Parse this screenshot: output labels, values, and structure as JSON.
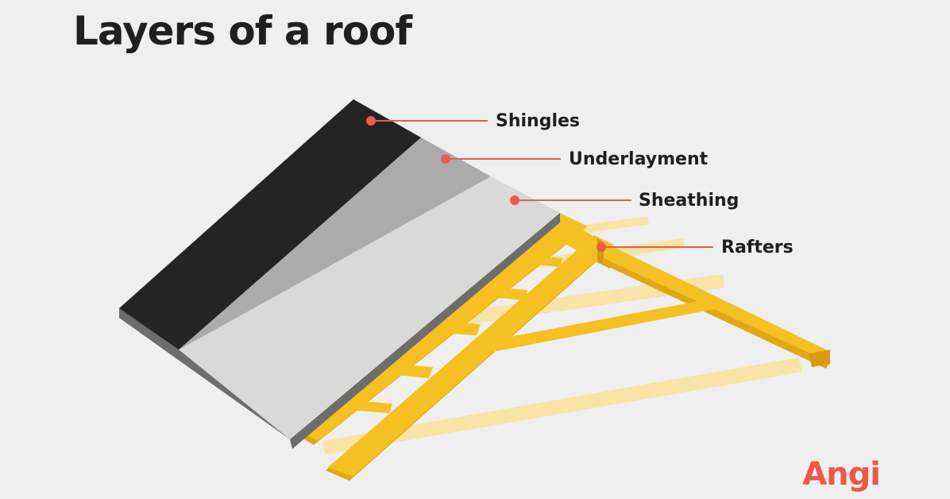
{
  "title": "Layers of a roof",
  "labels": {
    "shingles": "Shingles",
    "underlayment": "Underlayment",
    "sheathing": "Sheathing",
    "rafters": "Rafters"
  },
  "brand": "Angi",
  "colors": {
    "background": "#efefef",
    "shingles": "#242424",
    "underlayment": "#ababab",
    "sheathing": "#d9d9d7",
    "rafter": "#f5c021",
    "rafter_light": "#f9e3a6",
    "marker": "#e85d4f",
    "brand": "#ef5845"
  }
}
